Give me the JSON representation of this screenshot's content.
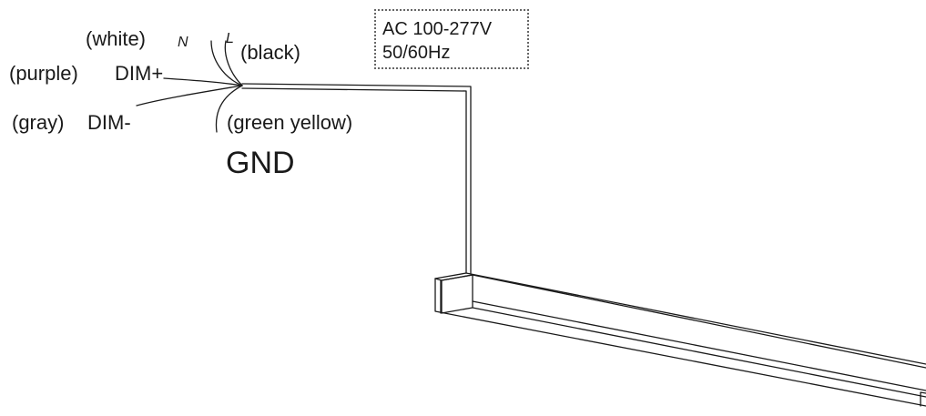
{
  "supply": {
    "voltage": "AC 100-277V",
    "frequency": "50/60Hz"
  },
  "wires": {
    "neutral_color": "(white)",
    "neutral_symbol": "N",
    "live_symbol": "L",
    "live_color": "(black)",
    "dim_plus_color": "(purple)",
    "dim_plus": "DIM+",
    "dim_minus_color": "(gray)",
    "dim_minus": "DIM-",
    "ground_color": "(green yellow)",
    "ground": "GND"
  },
  "colors": {
    "line": "#1a1a1a",
    "border": "#666666"
  }
}
